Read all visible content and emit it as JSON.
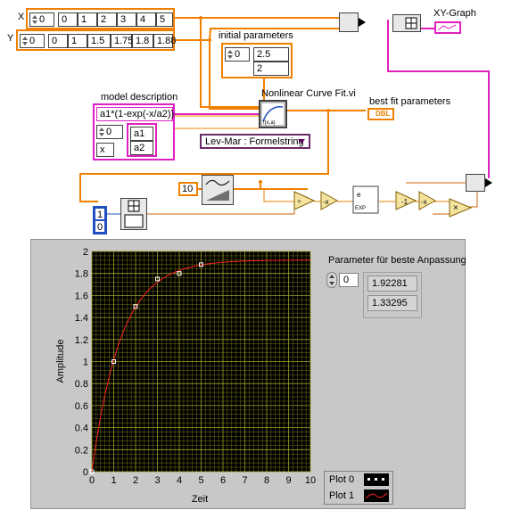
{
  "diagram": {
    "x_label": "X",
    "y_label": "Y",
    "x_index": "0",
    "y_index": "0",
    "x_values": [
      "0",
      "1",
      "2",
      "3",
      "4",
      "5"
    ],
    "y_values": [
      "0",
      "1",
      "1.5",
      "1.75",
      "1.8",
      "1.88"
    ],
    "initial_params_label": "initial parameters",
    "initial_params_index": "0",
    "initial_params_values": [
      "2.5",
      "2"
    ],
    "model_desc_label": "model description",
    "model_formula": "a1*(1-exp(-x/a2))",
    "model_index": "0",
    "model_params": [
      "a1",
      "a2"
    ],
    "model_var": "x",
    "nlcf_label": "Nonlinear Curve Fit.vi",
    "method_select": "Lev-Mar : Formelstring",
    "best_fit_label": "best fit parameters",
    "best_fit_type": "DBL",
    "xy_graph_label": "XY-Graph",
    "const_10": "10",
    "bool_values": [
      "1",
      "0"
    ]
  },
  "front_panel": {
    "y_axis_label": "Amplitude",
    "x_axis_label": "Zeit",
    "param_label": "Parameter für beste Anpassung",
    "param_index": "0",
    "param_values": [
      "1.92281",
      "1.33295"
    ],
    "legend": [
      {
        "name": "Plot 0"
      },
      {
        "name": "Plot 1"
      }
    ],
    "colors": {
      "plot_bg": "#000000",
      "grid": "#a0a020",
      "fit_line": "#ff2020",
      "points": "#ffffff"
    }
  },
  "chart_data": {
    "type": "scatter",
    "xlabel": "Zeit",
    "ylabel": "Amplitude",
    "xlim": [
      0,
      10
    ],
    "ylim": [
      0,
      2
    ],
    "x_ticks": [
      "0",
      "1",
      "2",
      "3",
      "4",
      "5",
      "6",
      "7",
      "8",
      "9",
      "10"
    ],
    "y_ticks": [
      "0",
      "0.2",
      "0.4",
      "0.6",
      "0.8",
      "1",
      "1.2",
      "1.4",
      "1.6",
      "1.8",
      "2"
    ],
    "grid": true,
    "series": [
      {
        "name": "Plot 0",
        "x": [
          0,
          1,
          2,
          3,
          4,
          5
        ],
        "y": [
          0,
          1,
          1.5,
          1.75,
          1.8,
          1.88
        ]
      },
      {
        "name": "Plot 1",
        "a1": 1.92281,
        "a2": 1.33295,
        "x_range": [
          0,
          10
        ]
      }
    ]
  }
}
